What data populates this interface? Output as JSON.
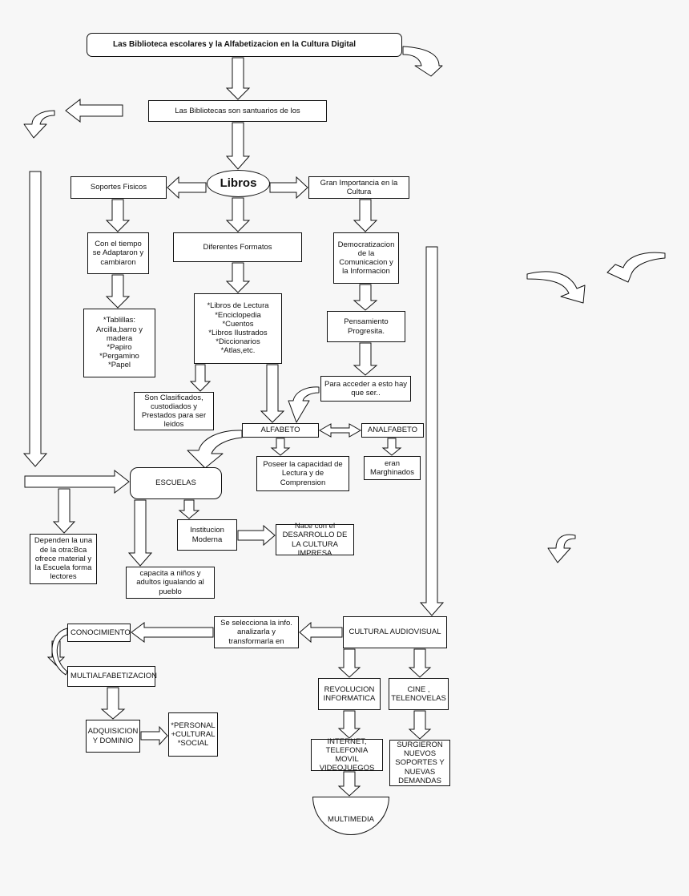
{
  "title": "Las Biblioteca escolares y la Alfabetizacion en la Cultura Digital",
  "nodes": {
    "santuarios": "Las Bibliotecas son santuarios de los",
    "libros": "Libros",
    "soportes": "Soportes Fisicos",
    "gran_importancia": "Gran Importancia en la Cultura",
    "con_el_tiempo": "Con el tiempo se Adaptaron y cambiaron",
    "diferentes_formatos": "Diferentes Formatos",
    "democratizacion": "Democratizacion de la Comunicacion y la Informacion",
    "tablillas": "*Tablillas:\nArcilla,barro y madera\n*Papiro\n*Pergamino\n*Papel",
    "libros_lectura": "*Libros de Lectura\n*Enciclopedia\n*Cuentos\n*Libros Ilustrados\n*Diccionarios\n*Atlas,etc.",
    "pensamiento": "Pensamiento Progresita.",
    "para_acceder": "Para acceder a esto hay que ser..",
    "clasificados": "Son Clasificados, custodiados y Prestados para ser leidos",
    "alfabeto": "ALFABETO",
    "analfabeto": "ANALFABETO",
    "poseer": "Poseer la capacidad de Lectura y de Comprension",
    "eran": "eran Marghinados",
    "escuelas": "ESCUELAS",
    "institucion": "Institucion Moderna",
    "nace": "Nace con el DESARROLLO DE LA CULTURA IMPRESA",
    "dependen": "Dependen la una de la otra:Bca ofrece material y la Escuela forma lectores",
    "capacita": "capacita a niños y adultos igualando al pueblo",
    "conocimiento": "CONOCIMIENTO",
    "se_selecciona": "Se selecciona la info. analizarla y transformarla en",
    "cultural_audiovisual": "CULTURAL AUDIOVISUAL",
    "multialfabetizacion": "MULTIALFABETIZACION",
    "revolucion": "REVOLUCION INFORMATICA",
    "cine": "CINE , TELENOVELAS",
    "adquisicion": "ADQUISICION Y DOMINIO",
    "personal": "*PERSONAL\n+CULTURAL\n*SOCIAL",
    "internet": "INTERNET, TELEFONIA MOVIL VIDEOJUEGOS",
    "surgieron": "SURGIERON NUEVOS SOPORTES Y NUEVAS DEMANDAS",
    "multimedia": "MULTIMEDIA"
  },
  "colors": {
    "stroke": "#111111",
    "fill": "#ffffff",
    "background": "#f7f7f7"
  }
}
